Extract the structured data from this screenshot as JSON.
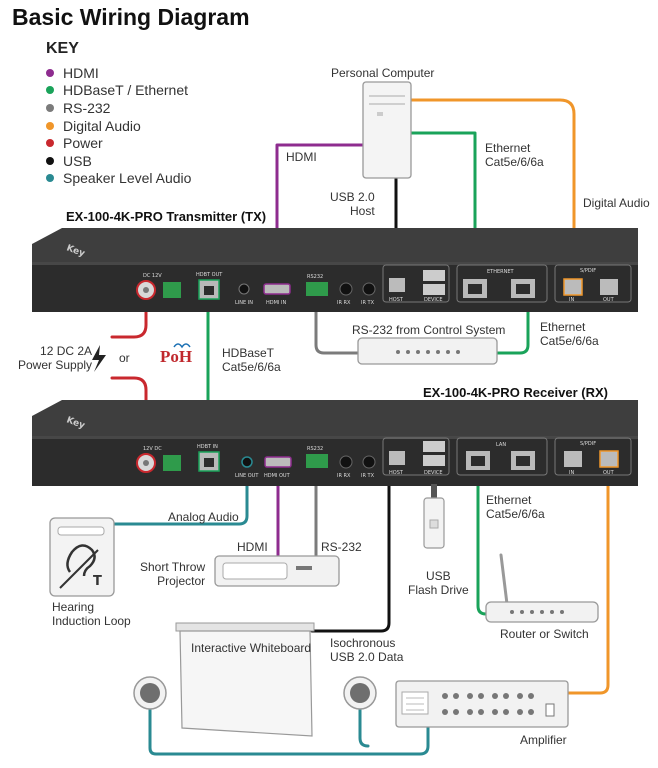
{
  "title": "Basic Wiring Diagram",
  "key": {
    "heading": "KEY",
    "items": [
      {
        "label": "HDMI",
        "color": "#8e2c8f"
      },
      {
        "label": "HDBaseT / Ethernet",
        "color": "#1aa35a"
      },
      {
        "label": "RS-232",
        "color": "#7b7b7b"
      },
      {
        "label": "Digital Audio",
        "color": "#f0962a"
      },
      {
        "label": "Power",
        "color": "#c9282e"
      },
      {
        "label": "USB",
        "color": "#111111"
      },
      {
        "label": "Speaker Level Audio",
        "color": "#2a8a92"
      }
    ]
  },
  "devices": {
    "transmitter": "EX-100-4K-PRO Transmitter (TX)",
    "receiver": "EX-100-4K-PRO Receiver (RX)",
    "computer": "Personal Computer",
    "whiteboard": "Interactive Whiteboard",
    "projector": "Short Throw\nProjector",
    "hearing_loop": "Hearing\nInduction Loop",
    "flash_drive": "USB\nFlash Drive",
    "router": "Router or Switch",
    "amplifier": "Amplifier",
    "power_supply": "12 DC 2A\nPower Supply",
    "control_system": "RS-232 from Control System",
    "poh_logo": "PoH"
  },
  "cables": {
    "hdmi_tx": "HDMI",
    "usb_host": "USB 2.0\nHost",
    "ethernet_pc": "Ethernet\nCat5e/6/6a",
    "digital_audio": "Digital Audio",
    "ethernet_tx": "Ethernet\nCat5e/6/6a",
    "hdbaset": "HDBaseT\nCat5e/6/6a",
    "or": "or",
    "analog_audio": "Analog Audio",
    "hdmi_rx": "HDMI",
    "rs232_rx": "RS-232",
    "ethernet_rx": "Ethernet\nCat5e/6/6a",
    "isochronous": "Isochronous\nUSB 2.0 Data"
  },
  "ports": {
    "tx": [
      "DC 12V",
      "HDBT OUT",
      "LINE IN",
      "HDMI IN",
      "RS232",
      "IR RX",
      "IR TX",
      "HOST",
      "DEVICE",
      "ETHERNET",
      "IN",
      "OUT",
      "S/PDIF"
    ],
    "rx": [
      "12V DC",
      "HDBT IN",
      "LINE OUT",
      "HDMI OUT",
      "RS232",
      "IR RX",
      "IR TX",
      "HOST",
      "DEVICE",
      "LAN",
      "IN",
      "OUT",
      "S/PDIF"
    ]
  }
}
